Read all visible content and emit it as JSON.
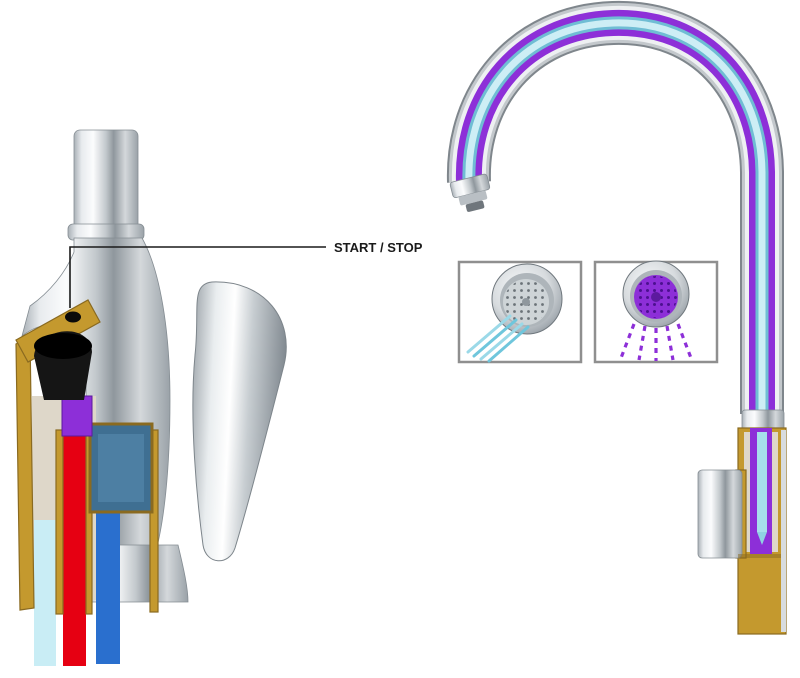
{
  "diagram": {
    "callout": {
      "label": "START / STOP"
    },
    "colors": {
      "hot_water": "#e60012",
      "cold_water": "#2a6fce",
      "mixed_outlet": "#8d2fd8",
      "stream_cyan": "#6fc6dc",
      "channel_cyan": "#c9edf5",
      "brass": "#c4992e",
      "brass_dark": "#8a6a20",
      "chrome_mid": "#b9bfc4",
      "inset_border": "#8f8f8f",
      "callout_line": "#1a1a1a"
    },
    "views": {
      "left": {
        "name": "mixer-body-cutaway"
      },
      "right": {
        "name": "gooseneck-spout-cutaway"
      }
    },
    "insets": [
      {
        "name": "aerator-stream-view"
      },
      {
        "name": "aerator-spray-view"
      }
    ]
  }
}
